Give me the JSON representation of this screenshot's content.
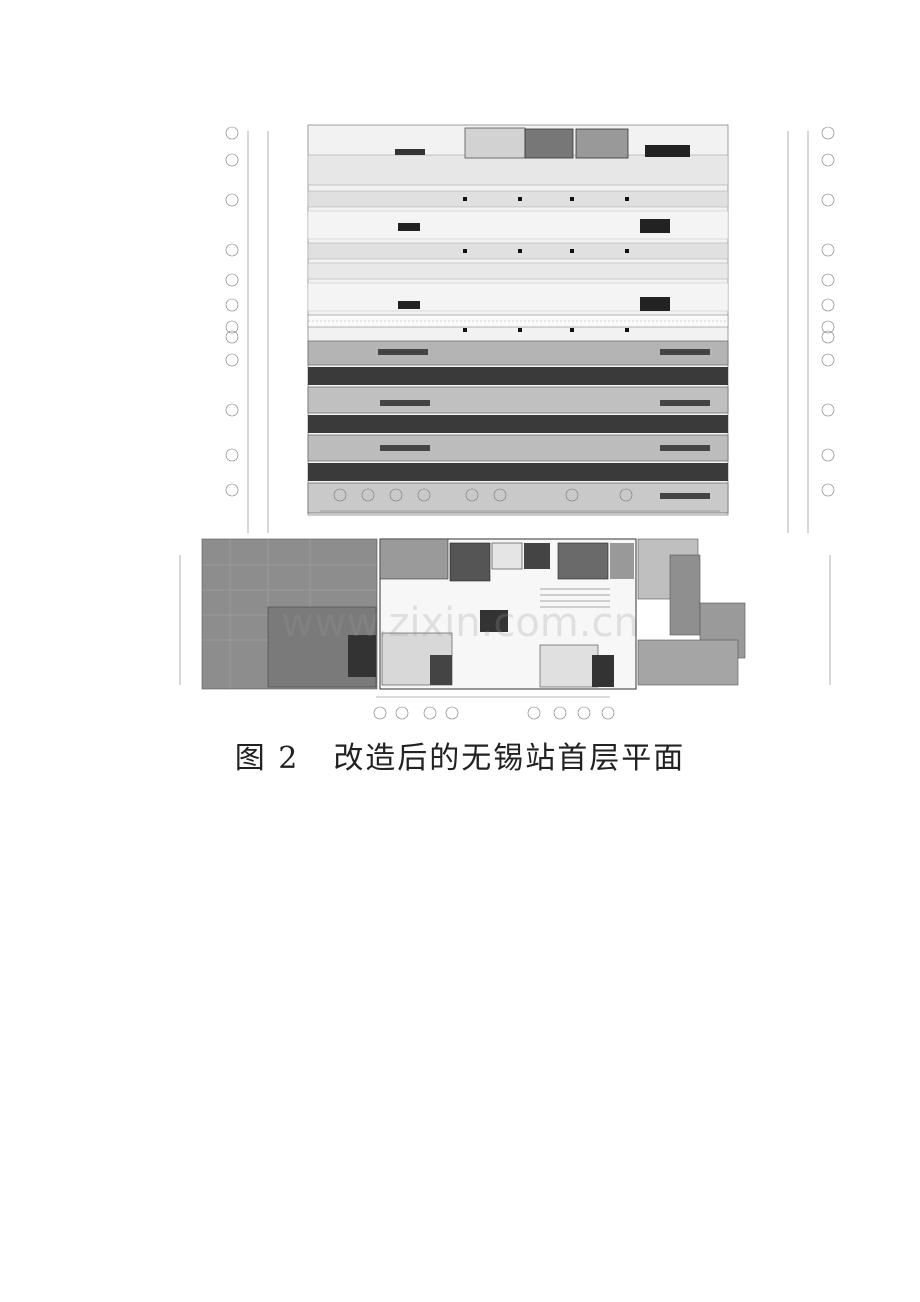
{
  "figure": {
    "alt_label": "",
    "caption_number": "图 2",
    "caption_text": "改造后的无锡站首层平面"
  },
  "watermark": {
    "text": "www.zixin.com.cn"
  },
  "colors": {
    "track_light": "#e4e4e4",
    "track_mid": "#b9b9b9",
    "track_dark": "#3c3c3c",
    "building_grey": "#8f8f8f",
    "ink": "#222222"
  }
}
